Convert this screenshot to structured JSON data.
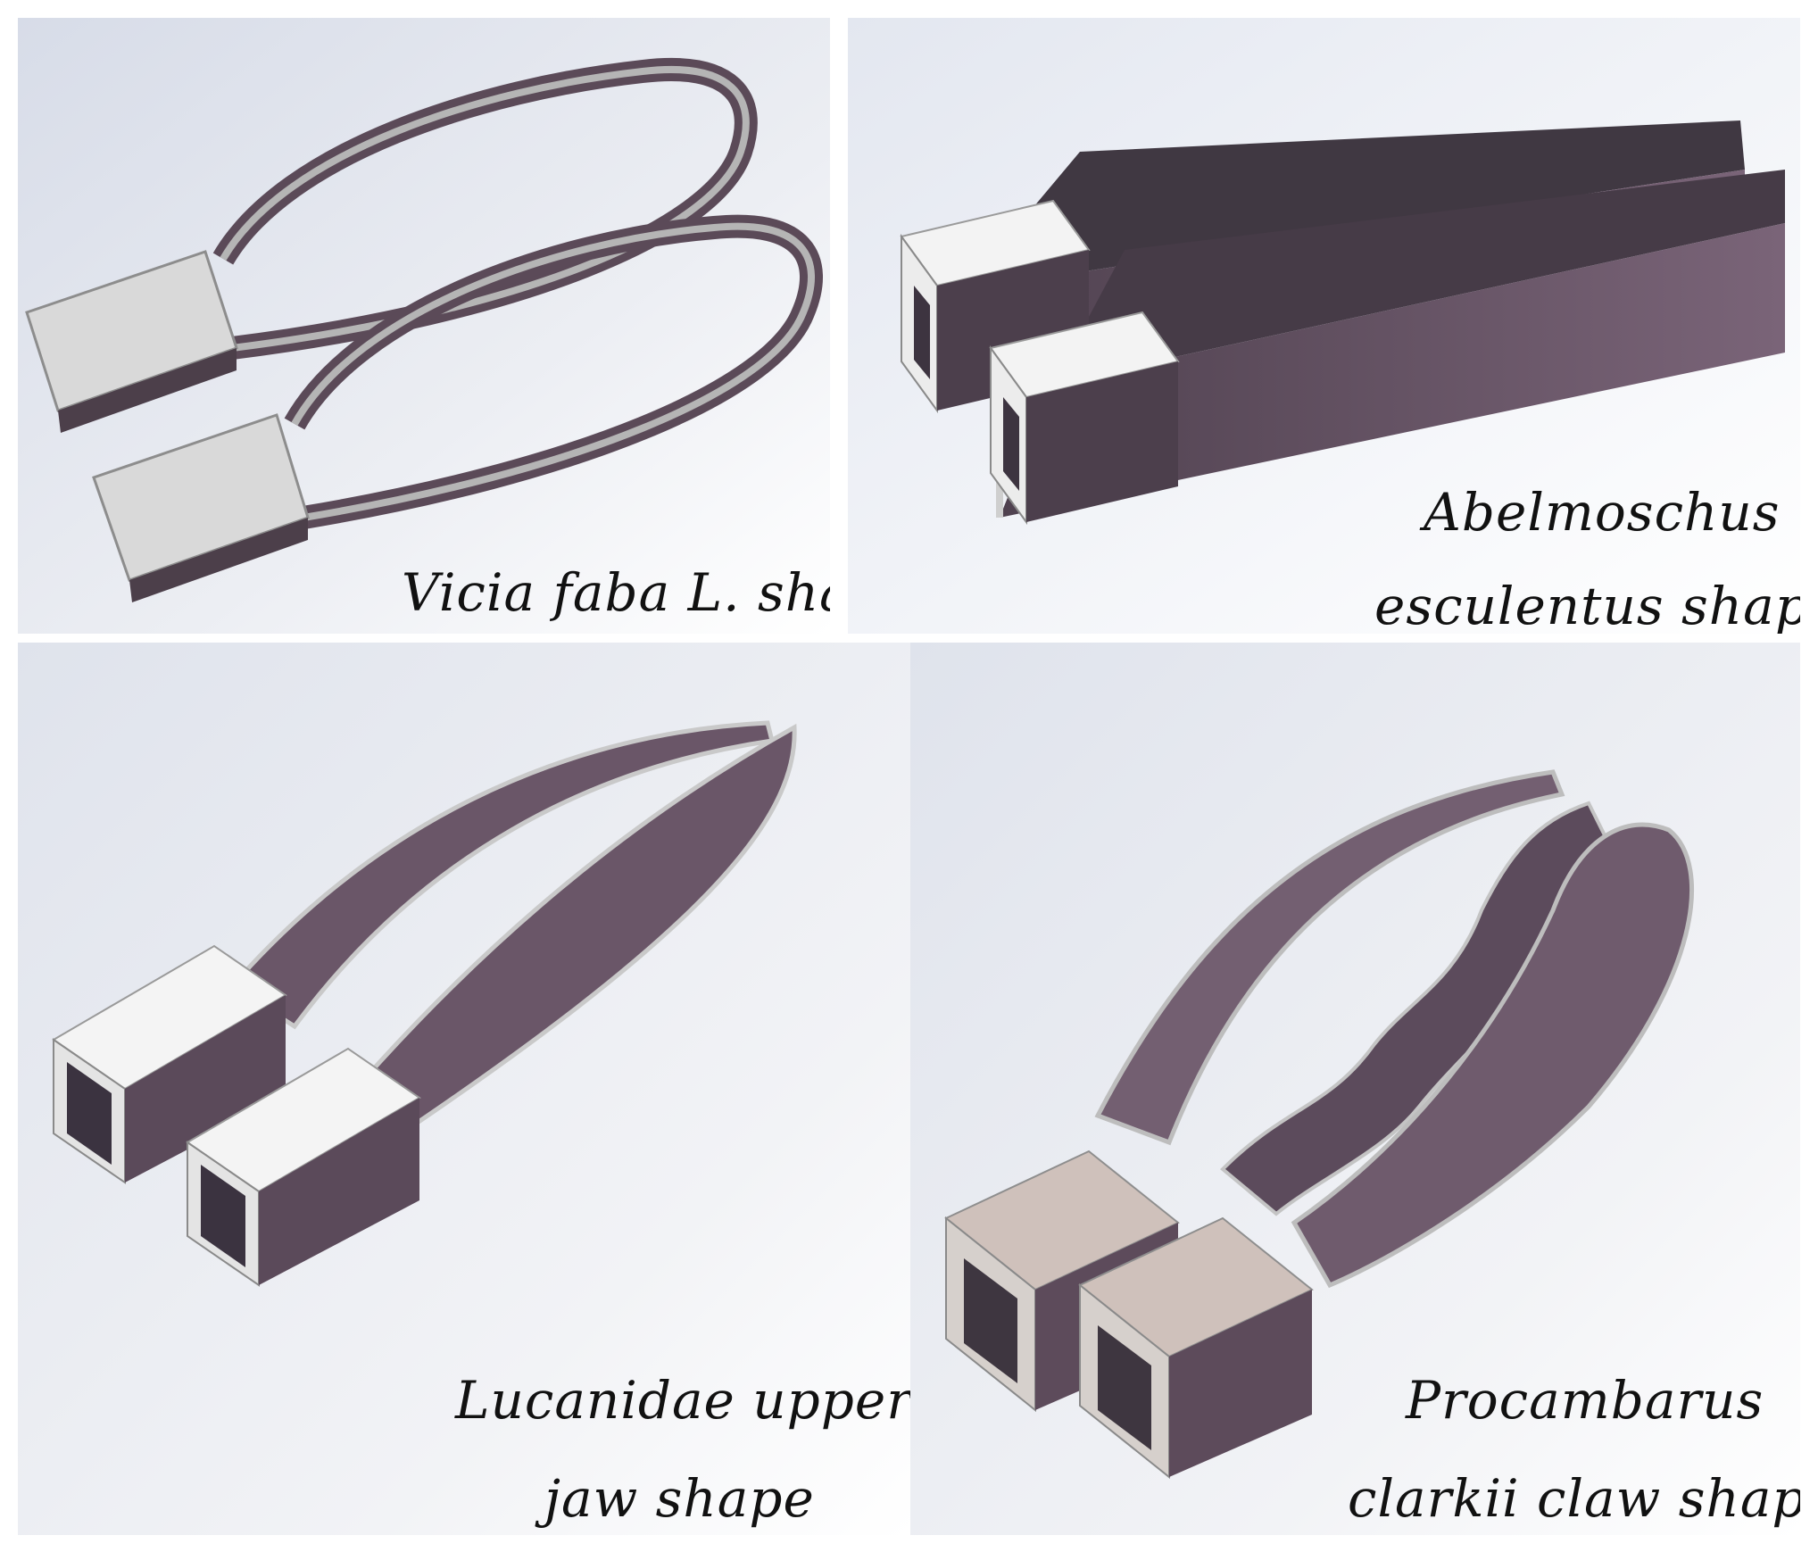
{
  "figure": {
    "panels": [
      {
        "id": "vicia",
        "caption_lines": [
          "Vicia faba L. shape"
        ]
      },
      {
        "id": "abelmoschus",
        "caption_lines": [
          "Abelmoschus",
          "esculentus shape"
        ]
      },
      {
        "id": "lucanidae",
        "caption_lines": [
          "Lucanidae upper",
          "jaw shape"
        ]
      },
      {
        "id": "procambarus",
        "caption_lines": [
          "Procambarus",
          "clarkii claw shape"
        ]
      }
    ],
    "colors": {
      "background_shade": "#dfe4ee",
      "gripper_side": "#6a5668",
      "gripper_dark": "#4a3c4a",
      "gripper_top_light": "#f2f2f2",
      "claw_top_tint": "#cfc1bb",
      "edge_gray": "#a9a9a9"
    }
  }
}
